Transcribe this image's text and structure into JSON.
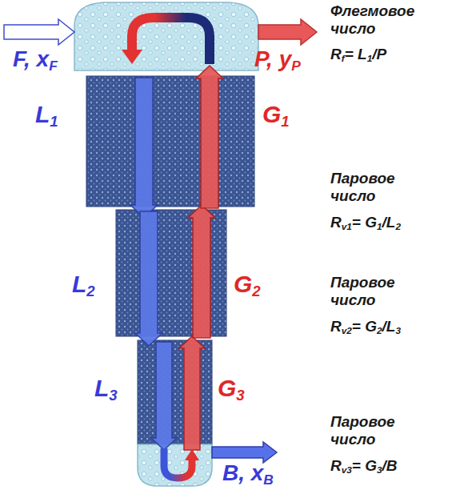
{
  "diagram": {
    "labels": [
      "F, xF",
      "P, yP",
      "Флегмовое число",
      "Rf= L1/P",
      "L1",
      "G1",
      "Паровое число",
      "Rv1= G1/L2",
      "L2",
      "G2",
      "Паровое число",
      "Rv2= G2/L3",
      "L3",
      "G3",
      "Паровое число",
      "Rv3= G3/B",
      "B, xB"
    ]
  }
}
